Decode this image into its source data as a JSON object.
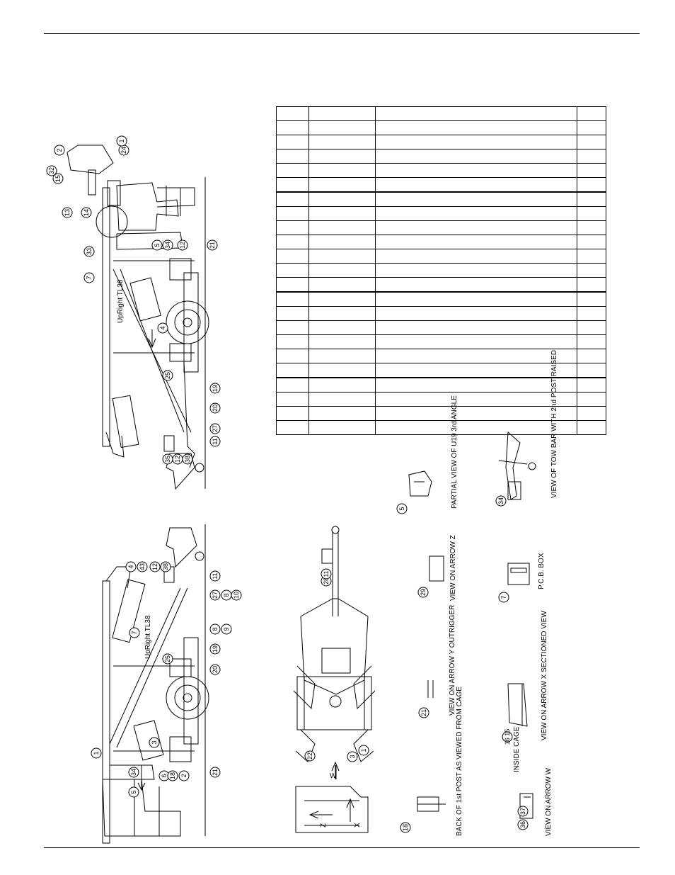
{
  "table_rows": 23,
  "upper_view": {
    "brand": "UpRight TL38",
    "callouts": [
      "2",
      "24",
      "1",
      "15",
      "32",
      "13",
      "14",
      "5",
      "34",
      "12",
      "21",
      "33",
      "7",
      "4",
      "25",
      "19",
      "20",
      "27",
      "11",
      "35",
      "12",
      "38"
    ]
  },
  "lower_view": {
    "brand": "UpRight TL38",
    "callouts": [
      "4",
      "43",
      "12",
      "38",
      "11",
      "27",
      "8",
      "10",
      "7",
      "25",
      "8",
      "9",
      "19",
      "20",
      "3",
      "1",
      "34",
      "5",
      "6",
      "18",
      "2",
      "21"
    ]
  },
  "detail_views": {
    "partial_view_text": "PARTIAL VIEW OF U19 3rd ANGLE",
    "partial_view_callout": "5",
    "tow_bar_text": "VIEW OF TOW BAR WITH 2nd POST RAISED",
    "tow_bar_callout": "34",
    "arrow_z_text": "VIEW ON ARROW Z",
    "arrow_z_callout": "29",
    "pcb_box_text": "P.C.B. BOX",
    "pcb_box_callout": "7",
    "arrow_y_text": "VIEW ON ARROW Y OUTRIGGER",
    "arrow_y_callout": "21",
    "arrow_x_text": "VIEW ON ARROW X SECTIONED VIEW",
    "inside_cage_text": "INSIDE CAGE",
    "arrow_x_callouts": "16 15",
    "back_post_text": "BACK OF 1st POST AS VIEWED FROM CAGE",
    "back_post_callout": "18",
    "arrow_w_text": "VIEW ON ARROW W",
    "arrow_w_callouts": [
      "37",
      "36"
    ],
    "plan_callouts": [
      "28",
      "11",
      "22",
      "3",
      "1"
    ],
    "arrow_labels": [
      "W",
      "Z",
      "X"
    ]
  }
}
